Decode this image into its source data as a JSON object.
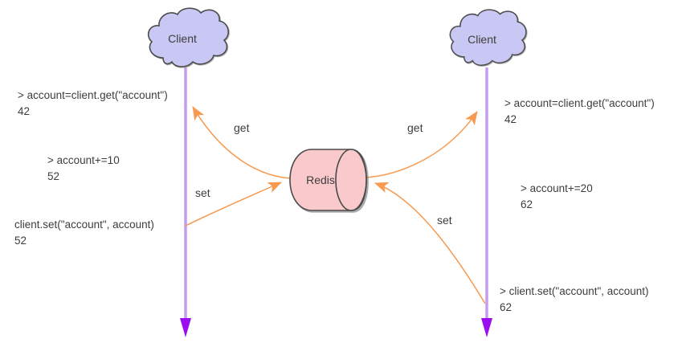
{
  "diagram": {
    "left_client": {
      "label": "Client"
    },
    "right_client": {
      "label": "Client"
    },
    "server": {
      "label": "Redis"
    },
    "left_arrows": {
      "get_label": "get",
      "set_label": "set"
    },
    "right_arrows": {
      "get_label": "get",
      "set_label": "set"
    },
    "left_annotations": [
      {
        "code": "> account=client.get(\"account\")",
        "result": "42"
      },
      {
        "code": "> account+=10",
        "result": "52"
      },
      {
        "code": "client.set(\"account\", account)",
        "result": "52"
      }
    ],
    "right_annotations": [
      {
        "code": "> account=client.get(\"account\")",
        "result": "42"
      },
      {
        "code": "> account+=20",
        "result": "62"
      },
      {
        "code": "> client.set(\"account\", account)",
        "result": "62"
      }
    ]
  },
  "colors": {
    "cloud-fill": "#c9c7f3",
    "cloud-stroke": "#4c4c4c",
    "redis-fill": "#f9c9cb",
    "redis-stroke": "#4c4c4c",
    "arrow-orange": "#f79a50",
    "timeline-purple": "#c49df0",
    "timeline-arrowhead": "#9a0ff0",
    "text-color": "#3d3d3d",
    "background": "#ffffff"
  }
}
